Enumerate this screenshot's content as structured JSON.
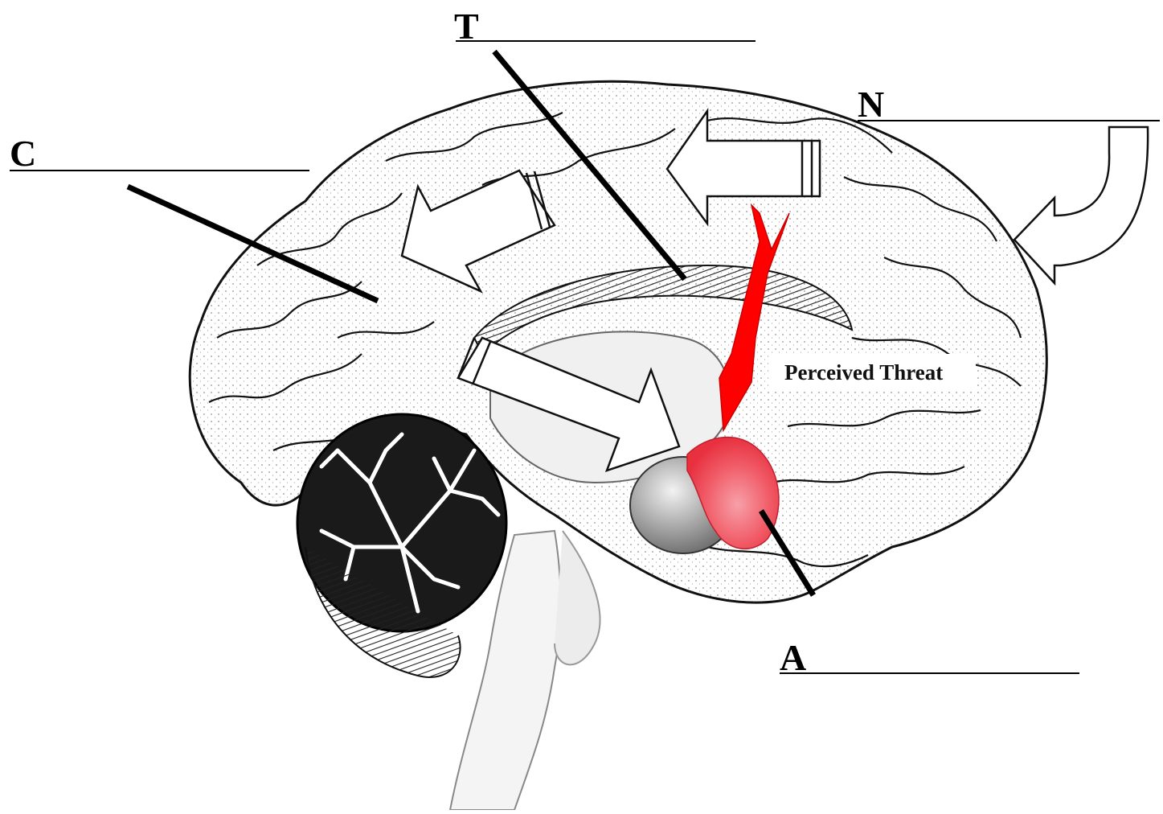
{
  "labels": {
    "t": "T",
    "c": "C",
    "n": "N",
    "a": "A"
  },
  "callout": {
    "threat": "Perceived Threat"
  },
  "colors": {
    "threat_arrow": "#ff0000",
    "amygdala": "#f05a66",
    "ink": "#000000",
    "background": "#ffffff"
  }
}
